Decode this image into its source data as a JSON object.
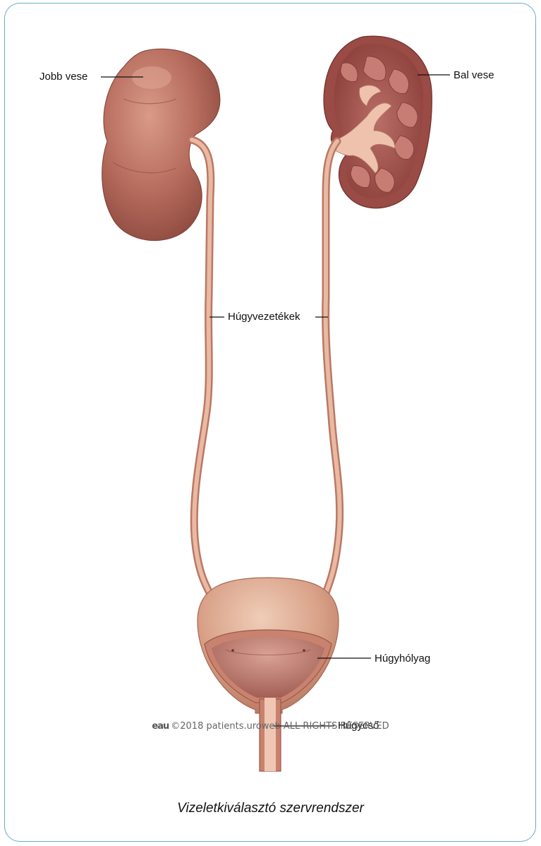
{
  "labels": {
    "right_kidney": "Jobb vese",
    "left_kidney": "Bal vese",
    "ureters": "Húgyvezetékek",
    "bladder": "Húgyhólyag",
    "urethra": "Húgycső"
  },
  "copyright": {
    "logo": "eau",
    "text": "©2018 patients.uroweb ALL RIGHTS RESERVED"
  },
  "caption": "Vizeletkiválasztó szervrendszer"
}
